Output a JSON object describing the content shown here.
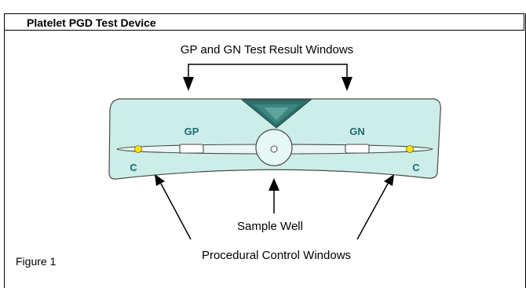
{
  "header": {
    "title": "Platelet PGD Test Device"
  },
  "labels": {
    "result_windows": "GP and GN Test Result Windows",
    "gp": "GP",
    "gn": "GN",
    "c_left": "C",
    "c_right": "C",
    "sample_well": "Sample Well",
    "control_windows": "Procedural Control Windows",
    "figure": "Figure 1"
  },
  "colors": {
    "device_fill": "#cdeee8",
    "device_outline": "#4a4a4a",
    "teal_text": "#1b6d73",
    "control_dot": "#f5e400",
    "prism_dark": "#2e6e6a",
    "prism_light": "#5ea39c"
  }
}
